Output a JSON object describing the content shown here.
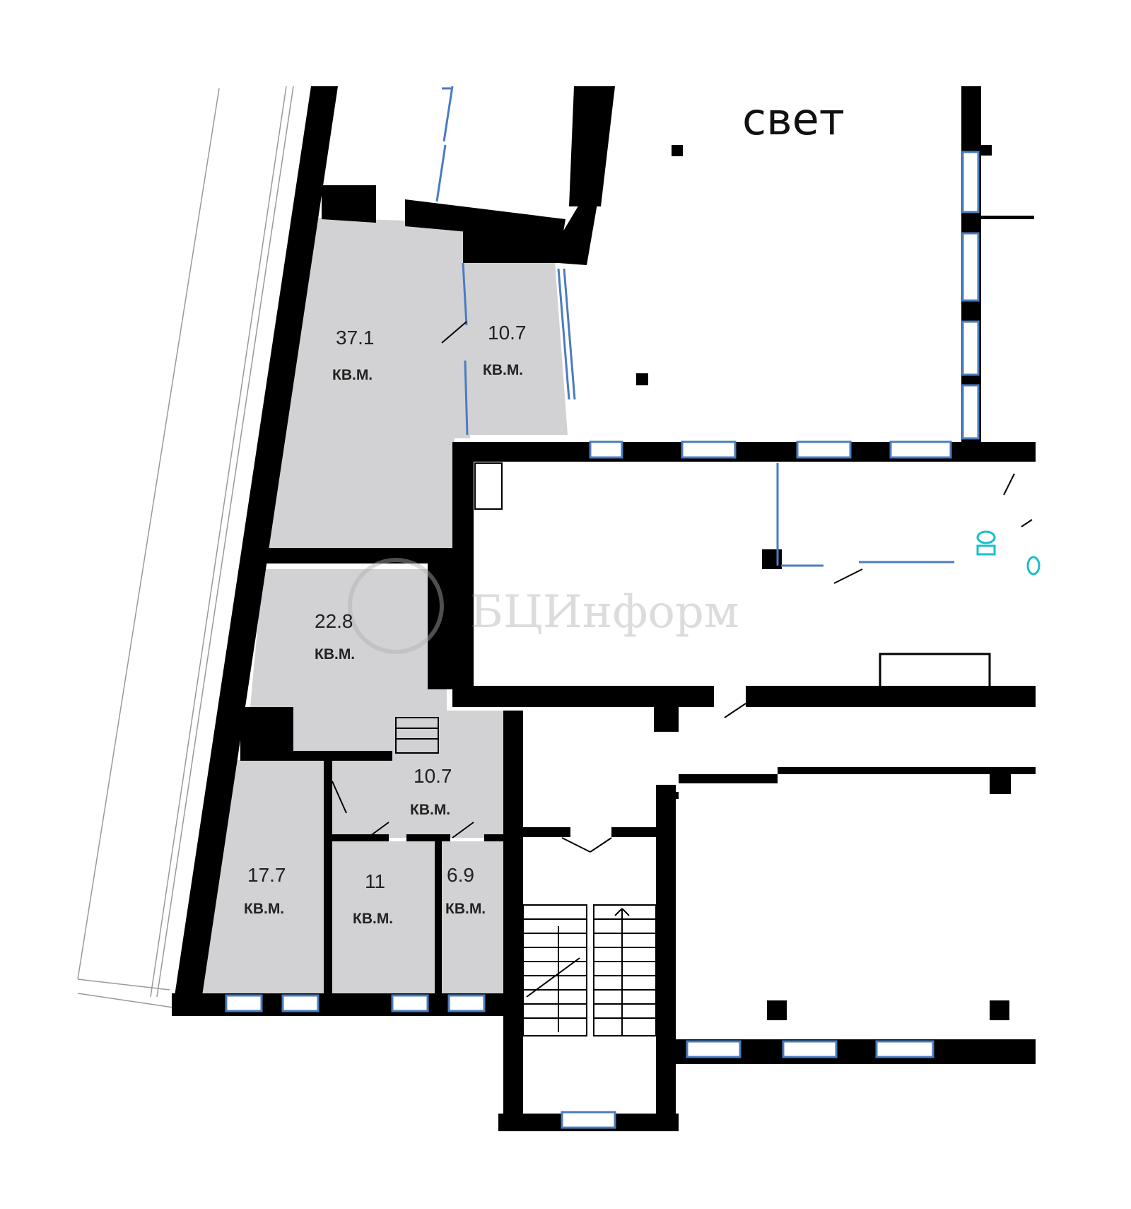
{
  "colors": {
    "wall": "#000000",
    "room_fill": "#d2d2d4",
    "window_glass": "#4a7cc0",
    "fixture": "#17c0c8",
    "background": "#ffffff"
  },
  "courtyard_label": "свет",
  "watermark": {
    "text": "БЦИнформ",
    "icon": "info-pin-icon"
  },
  "rooms": [
    {
      "id": "room-37-1",
      "area": "37.1",
      "unit": "КВ.М."
    },
    {
      "id": "room-10-7-a",
      "area": "10.7",
      "unit": "КВ.М."
    },
    {
      "id": "room-22-8",
      "area": "22.8",
      "unit": "КВ.М."
    },
    {
      "id": "room-10-7-b",
      "area": "10.7",
      "unit": "КВ.М."
    },
    {
      "id": "room-17-7",
      "area": "17.7",
      "unit": "КВ.М."
    },
    {
      "id": "room-11",
      "area": "11",
      "unit": "КВ.М."
    },
    {
      "id": "room-6-9",
      "area": "6.9",
      "unit": "КВ.М."
    }
  ]
}
